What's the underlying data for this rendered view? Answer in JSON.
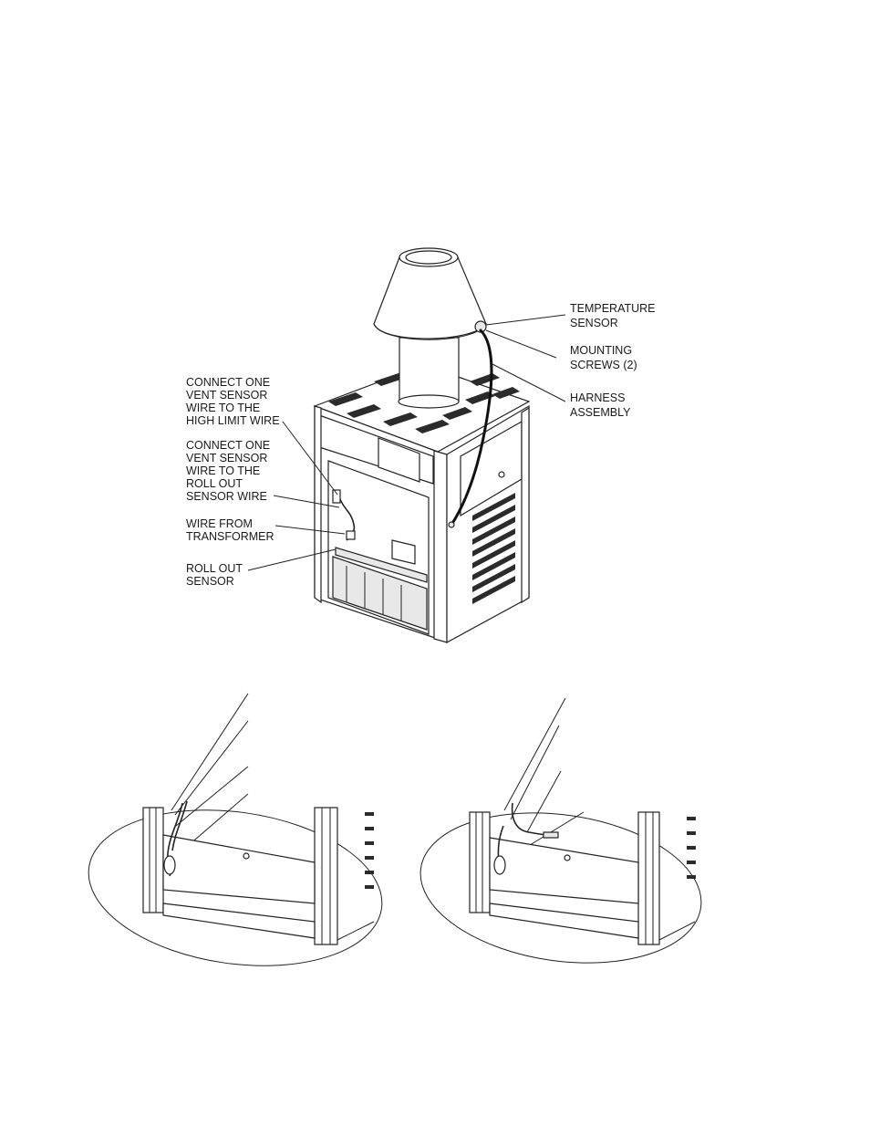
{
  "labels": {
    "temperature_sensor": [
      "TEMPERATURE",
      "SENSOR"
    ],
    "mounting_screws": [
      "MOUNTING",
      "SCREWS (2)"
    ],
    "harness_assembly": [
      "HARNESS",
      "ASSEMBLY"
    ],
    "connect_high_limit": [
      "CONNECT ONE",
      "VENT SENSOR",
      "WIRE TO THE",
      "HIGH LIMIT WIRE"
    ],
    "connect_roll_out": [
      "CONNECT ONE",
      "VENT SENSOR",
      "WIRE TO THE",
      "ROLL OUT",
      "SENSOR WIRE"
    ],
    "wire_from_transformer": [
      "WIRE FROM",
      "TRANSFORMER"
    ],
    "roll_out_sensor": [
      "ROLL OUT",
      "SENSOR"
    ]
  }
}
